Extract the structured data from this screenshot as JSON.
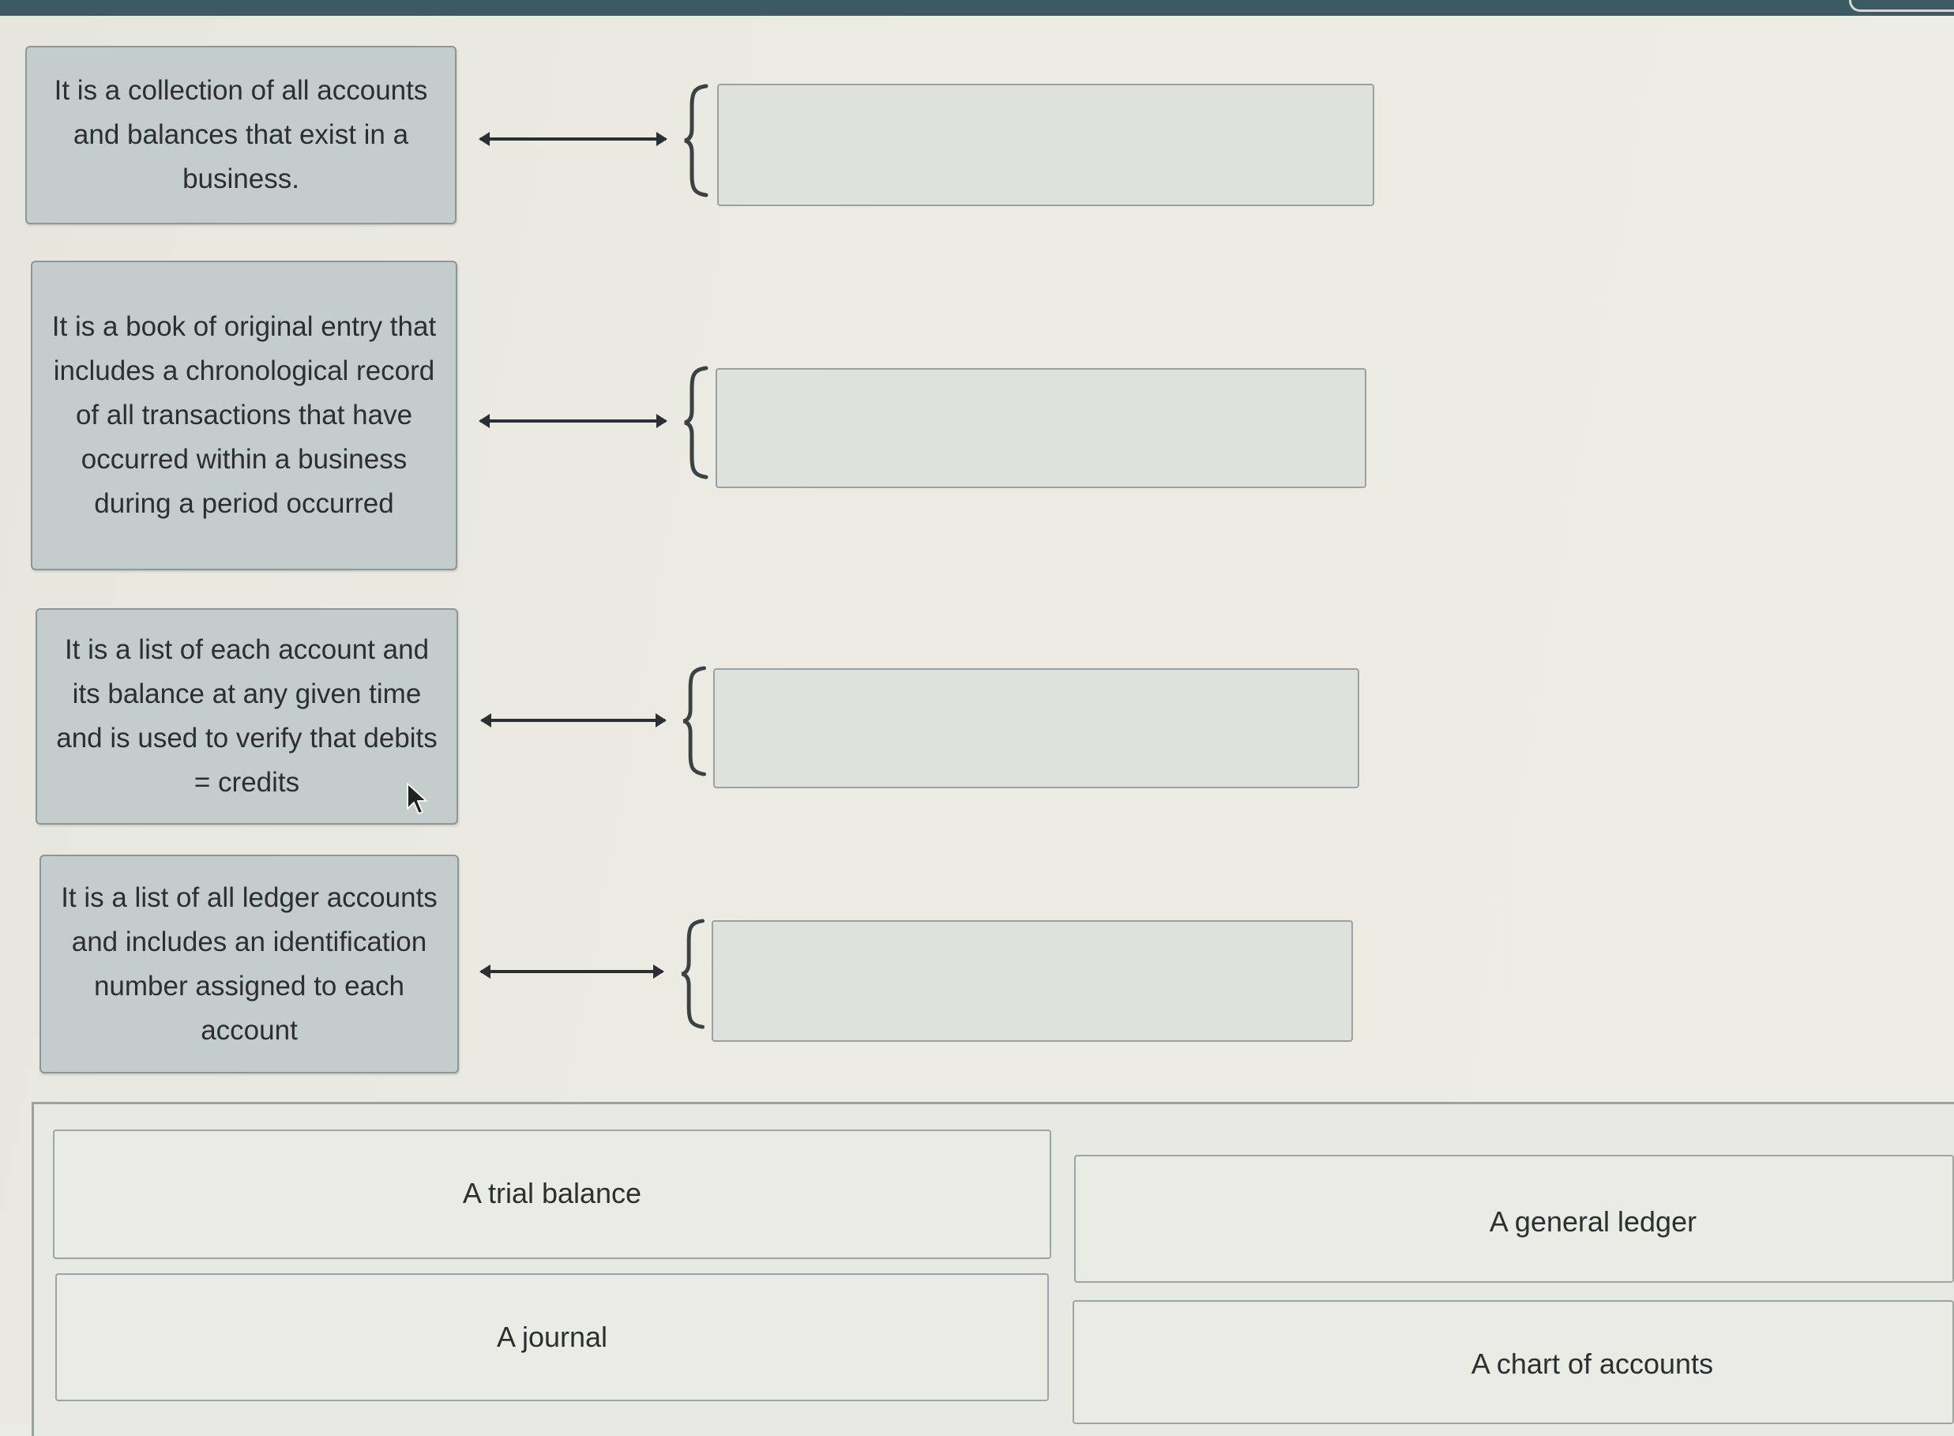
{
  "prompts": [
    {
      "text": "It is a collection of all accounts and balances that exist in a business."
    },
    {
      "text": "It is a book of original entry that includes a chronological record of all transactions that have occurred within a business during a period occurred"
    },
    {
      "text": "It is a list of each account and its balance at any given time and is used to verify that debits = credits"
    },
    {
      "text": "It is a list of all ledger accounts and includes an identification number assigned to each account"
    }
  ],
  "drop_targets": [
    {
      "value": ""
    },
    {
      "value": ""
    },
    {
      "value": ""
    },
    {
      "value": ""
    }
  ],
  "options": [
    {
      "label": "A trial balance"
    },
    {
      "label": "A general ledger"
    },
    {
      "label": "A journal"
    },
    {
      "label": "A chart of accounts"
    }
  ],
  "icons": {
    "connector": "double-arrow-icon",
    "brace": "left-brace-icon",
    "cursor": "mouse-pointer-icon"
  },
  "colors": {
    "top_bar": "#3c5a62",
    "prompt_card": "#c5cdcc",
    "drop_target": "#dfe1dd",
    "option_card": "#ebebE5"
  }
}
